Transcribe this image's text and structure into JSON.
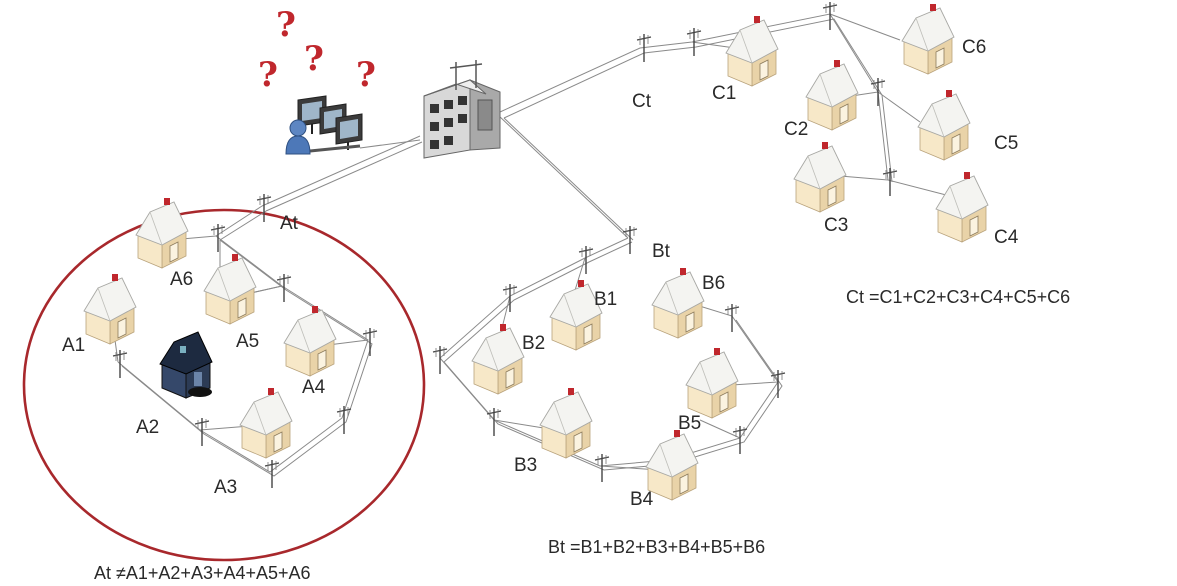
{
  "colors": {
    "accent_red": "#a8282c",
    "question_mark": "#c0272d",
    "wire": "#777777",
    "house_wall": "#f6e6c6",
    "house_roof": "#f1f1ee",
    "background": "#ffffff"
  },
  "icons": {
    "house": "house-icon",
    "pole": "utility-pole-icon",
    "substation": "substation-icon",
    "operator": "operator-workstation-icon",
    "question": "question-mark-icon",
    "dark_house": "illegal-house-icon"
  },
  "question_marks": [
    "?",
    "?",
    "?",
    "?"
  ],
  "pole_labels": {
    "A": "At",
    "B": "Bt",
    "C": "Ct"
  },
  "houses": {
    "A": [
      "A1",
      "A2",
      "A3",
      "A4",
      "A5",
      "A6"
    ],
    "B": [
      "B1",
      "B2",
      "B3",
      "B4",
      "B5",
      "B6"
    ],
    "C": [
      "C1",
      "C2",
      "C3",
      "C4",
      "C5",
      "C6"
    ]
  },
  "equations": {
    "A": "At ≠A1+A2+A3+A4+A5+A6",
    "B": "Bt =B1+B2+B3+B4+B5+B6",
    "C": "Ct =C1+C2+C3+C4+C5+C6"
  }
}
